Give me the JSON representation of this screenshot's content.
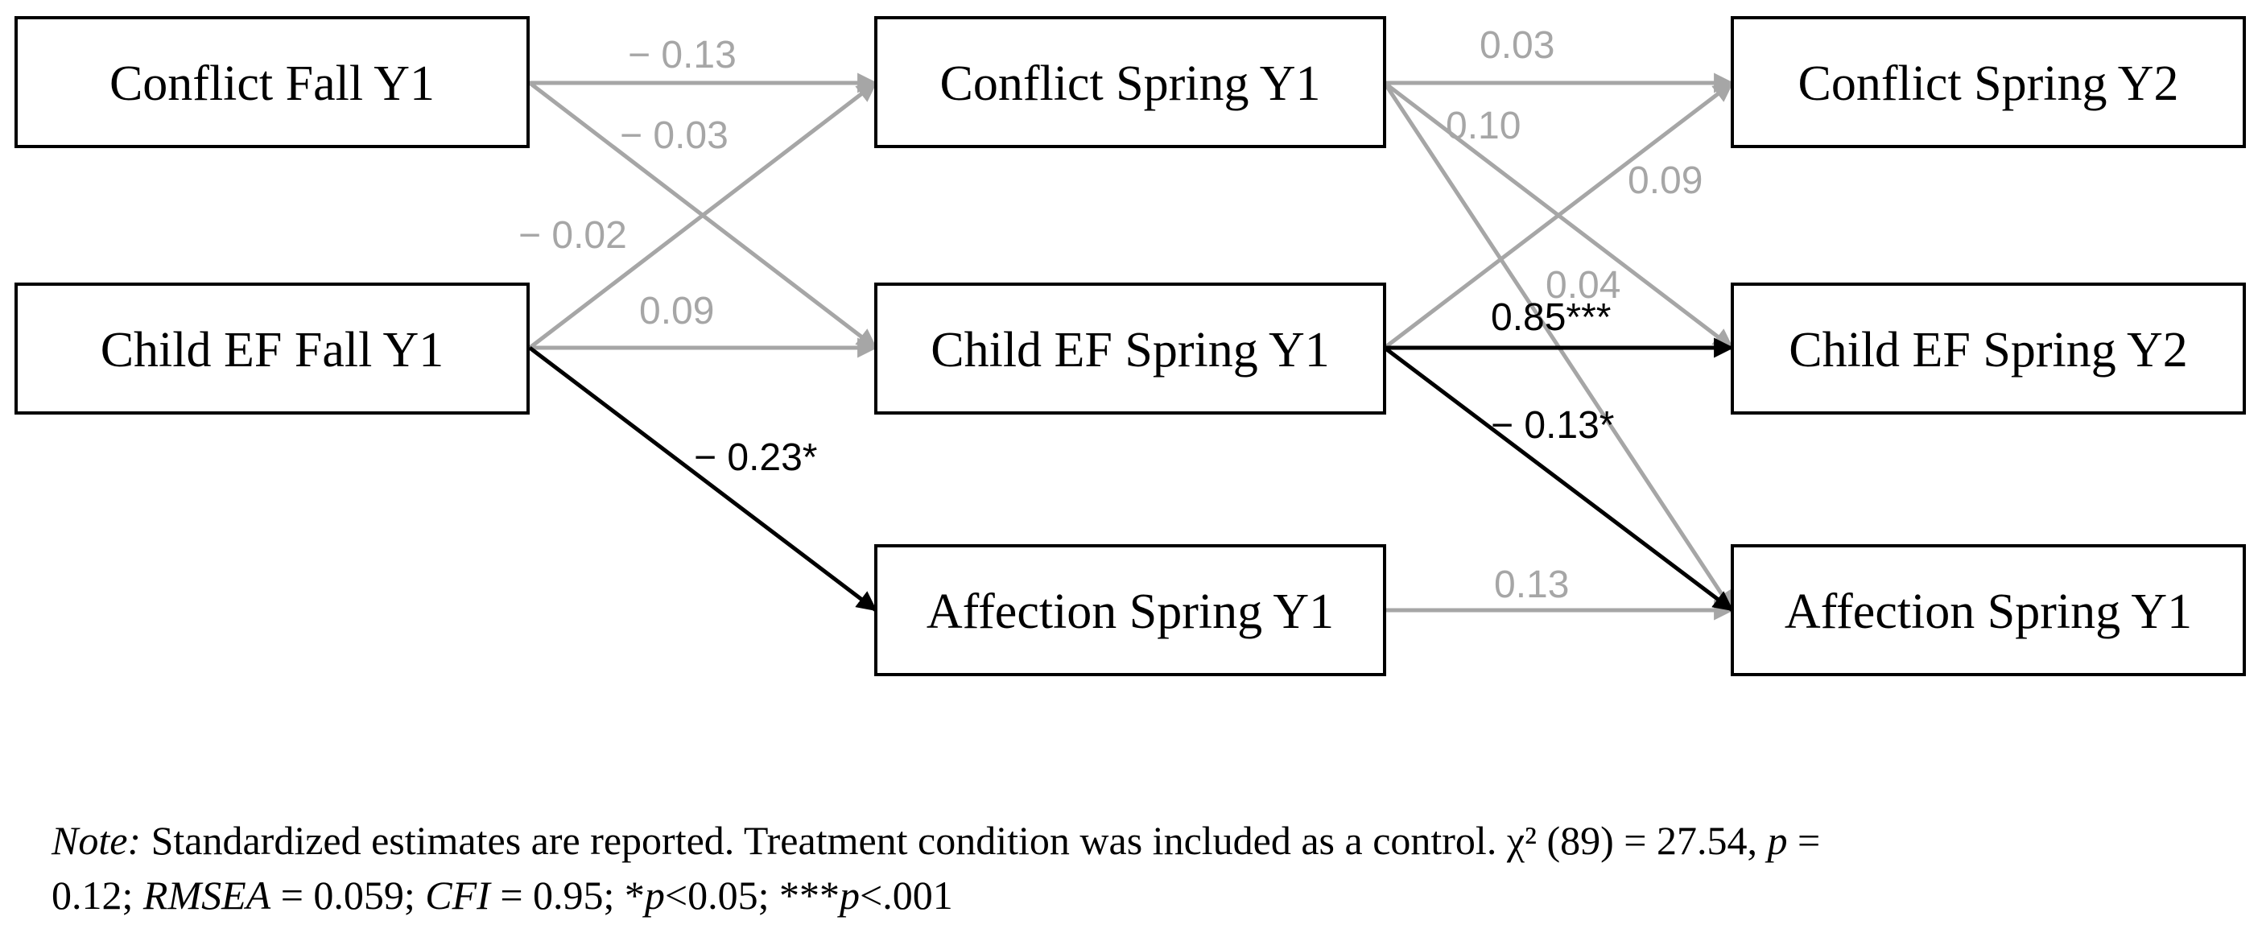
{
  "colors": {
    "significant": "#000000",
    "nonsignificant": "#a6a6a6",
    "box_border": "#000000"
  },
  "nodes": [
    {
      "id": "conflict_fall_y1",
      "label": "Conflict Fall Y1"
    },
    {
      "id": "child_ef_fall_y1",
      "label": "Child EF Fall Y1"
    },
    {
      "id": "conflict_spring_y1",
      "label": "Conflict Spring Y1"
    },
    {
      "id": "child_ef_spring_y1",
      "label": "Child EF Spring Y1"
    },
    {
      "id": "affection_spring_y1",
      "label": "Affection Spring Y1"
    },
    {
      "id": "conflict_spring_y2",
      "label": "Conflict Spring Y2"
    },
    {
      "id": "child_ef_spring_y2",
      "label": "Child EF Spring Y2"
    },
    {
      "id": "affection_spring_y1_outcome",
      "label": "Affection Spring Y1"
    }
  ],
  "edges": [
    {
      "from": "conflict_fall_y1",
      "to": "conflict_spring_y1",
      "label": "− 0.13",
      "significant": false
    },
    {
      "from": "conflict_fall_y1",
      "to": "child_ef_spring_y1",
      "label": "− 0.03",
      "significant": false
    },
    {
      "from": "child_ef_fall_y1",
      "to": "conflict_spring_y1",
      "label": "− 0.02",
      "significant": false
    },
    {
      "from": "child_ef_fall_y1",
      "to": "child_ef_spring_y1",
      "label": "0.09",
      "significant": false
    },
    {
      "from": "child_ef_fall_y1",
      "to": "affection_spring_y1",
      "label": "− 0.23*",
      "significant": true
    },
    {
      "from": "conflict_spring_y1",
      "to": "conflict_spring_y2",
      "label": "0.03",
      "significant": false
    },
    {
      "from": "conflict_spring_y1",
      "to": "child_ef_spring_y2",
      "label": "0.10",
      "significant": false
    },
    {
      "from": "conflict_spring_y1",
      "to": "affection_spring_y1_outcome",
      "label": "0.04",
      "significant": false
    },
    {
      "from": "child_ef_spring_y1",
      "to": "conflict_spring_y2",
      "label": "0.09",
      "significant": false
    },
    {
      "from": "child_ef_spring_y1",
      "to": "child_ef_spring_y2",
      "label": "0.85***",
      "significant": true
    },
    {
      "from": "child_ef_spring_y1",
      "to": "affection_spring_y1_outcome",
      "label": "− 0.13*",
      "significant": true
    },
    {
      "from": "affection_spring_y1",
      "to": "affection_spring_y1_outcome",
      "label": "0.13",
      "significant": false
    }
  ],
  "note": {
    "lead": "Note:",
    "line1_a": " Standardized estimates are reported. Treatment condition was included as a control. χ² (89) = 27.54, ",
    "p_symbol": "p",
    "line1_b": " =",
    "line2_a": "0.12; ",
    "rmsea": "RMSEA",
    "line2_b": " = 0.059; ",
    "cfi": "CFI",
    "line2_c": " = 0.95; *",
    "p1": "p",
    "line2_d": "<0.05; ***",
    "p2": "p",
    "line2_e": "<.001"
  }
}
